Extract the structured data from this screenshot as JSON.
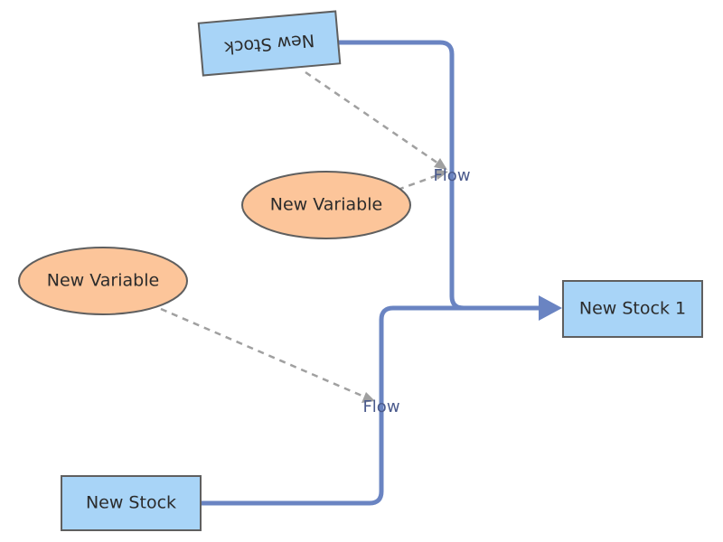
{
  "nodes": {
    "stock_top": {
      "label": "New Stock"
    },
    "stock_bottom": {
      "label": "New Stock"
    },
    "stock_target": {
      "label": "New Stock 1"
    },
    "variable_upper": {
      "label": "New Variable"
    },
    "variable_lower": {
      "label": "New Variable"
    }
  },
  "flows": {
    "upper": {
      "label": "Flow"
    },
    "lower": {
      "label": "Flow"
    }
  },
  "colors": {
    "stock_fill": "#a8d4f7",
    "variable_fill": "#fcc59a",
    "flow": "#6a84c2",
    "link": "#a0a0a0",
    "border": "#5f5f5f"
  }
}
